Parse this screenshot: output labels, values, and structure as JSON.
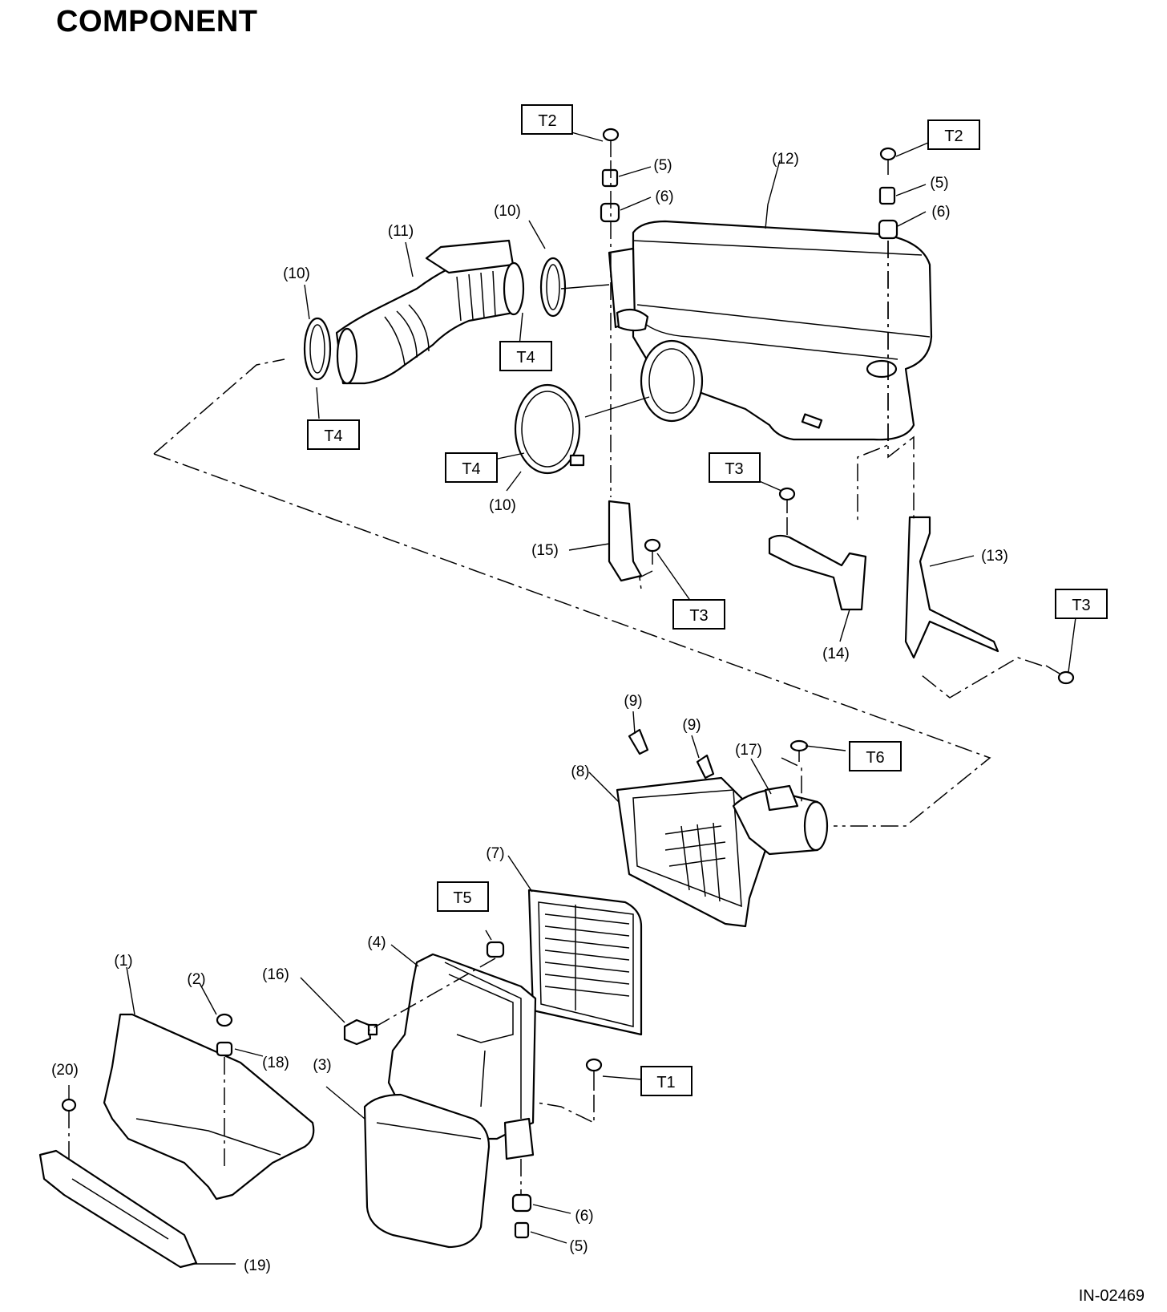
{
  "title": "COMPONENT",
  "figure_code": "IN-02469",
  "callouts": [
    {
      "id": "c-12",
      "text": "(12)"
    },
    {
      "id": "c-11",
      "text": "(11)"
    },
    {
      "id": "c-10a",
      "text": "(10)"
    },
    {
      "id": "c-10b",
      "text": "(10)"
    },
    {
      "id": "c-10c",
      "text": "(10)"
    },
    {
      "id": "c-5a",
      "text": "(5)"
    },
    {
      "id": "c-6a",
      "text": "(6)"
    },
    {
      "id": "c-5b",
      "text": "(5)"
    },
    {
      "id": "c-6b",
      "text": "(6)"
    },
    {
      "id": "c-15",
      "text": "(15)"
    },
    {
      "id": "c-14",
      "text": "(14)"
    },
    {
      "id": "c-13",
      "text": "(13)"
    },
    {
      "id": "c-9a",
      "text": "(9)"
    },
    {
      "id": "c-9b",
      "text": "(9)"
    },
    {
      "id": "c-17",
      "text": "(17)"
    },
    {
      "id": "c-8",
      "text": "(8)"
    },
    {
      "id": "c-7",
      "text": "(7)"
    },
    {
      "id": "c-4",
      "text": "(4)"
    },
    {
      "id": "c-16",
      "text": "(16)"
    },
    {
      "id": "c-1",
      "text": "(1)"
    },
    {
      "id": "c-2",
      "text": "(2)"
    },
    {
      "id": "c-18",
      "text": "(18)"
    },
    {
      "id": "c-3",
      "text": "(3)"
    },
    {
      "id": "c-20",
      "text": "(20)"
    },
    {
      "id": "c-6c",
      "text": "(6)"
    },
    {
      "id": "c-5c",
      "text": "(5)"
    },
    {
      "id": "c-19",
      "text": "(19)"
    }
  ],
  "torque_labels": [
    {
      "id": "t-t2a",
      "text": "T2"
    },
    {
      "id": "t-t2b",
      "text": "T2"
    },
    {
      "id": "t-t4a",
      "text": "T4"
    },
    {
      "id": "t-t4b",
      "text": "T4"
    },
    {
      "id": "t-t4c",
      "text": "T4"
    },
    {
      "id": "t-t3a",
      "text": "T3"
    },
    {
      "id": "t-t3b",
      "text": "T3"
    },
    {
      "id": "t-t3c",
      "text": "T3"
    },
    {
      "id": "t-t6",
      "text": "T6"
    },
    {
      "id": "t-t5",
      "text": "T5"
    },
    {
      "id": "t-t1",
      "text": "T1"
    }
  ]
}
